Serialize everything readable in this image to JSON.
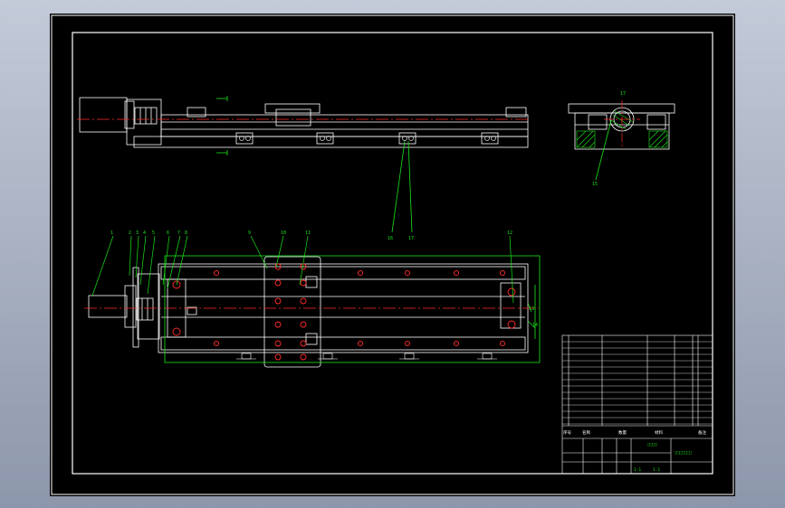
{
  "colors": {
    "outline": "#ffffff",
    "centerline": "#ff2a2a",
    "leader": "#19e619",
    "hatch": "#19e619",
    "paper": "#000000"
  },
  "callouts_bottom": [
    "1",
    "2",
    "3",
    "4",
    "5",
    "6",
    "7",
    "8",
    "9",
    "10",
    "11",
    "12",
    "13",
    "14"
  ],
  "callouts_top": [
    "15",
    "16"
  ],
  "section_callout": "17",
  "title_block": {
    "tokens": [
      "序号",
      "名称",
      "数量",
      "材料",
      "备注"
    ],
    "tag_left": "1:1",
    "tag_right": "1:1",
    "drawing_name": "□□□□",
    "drawing_number": "□□□□□□□"
  }
}
